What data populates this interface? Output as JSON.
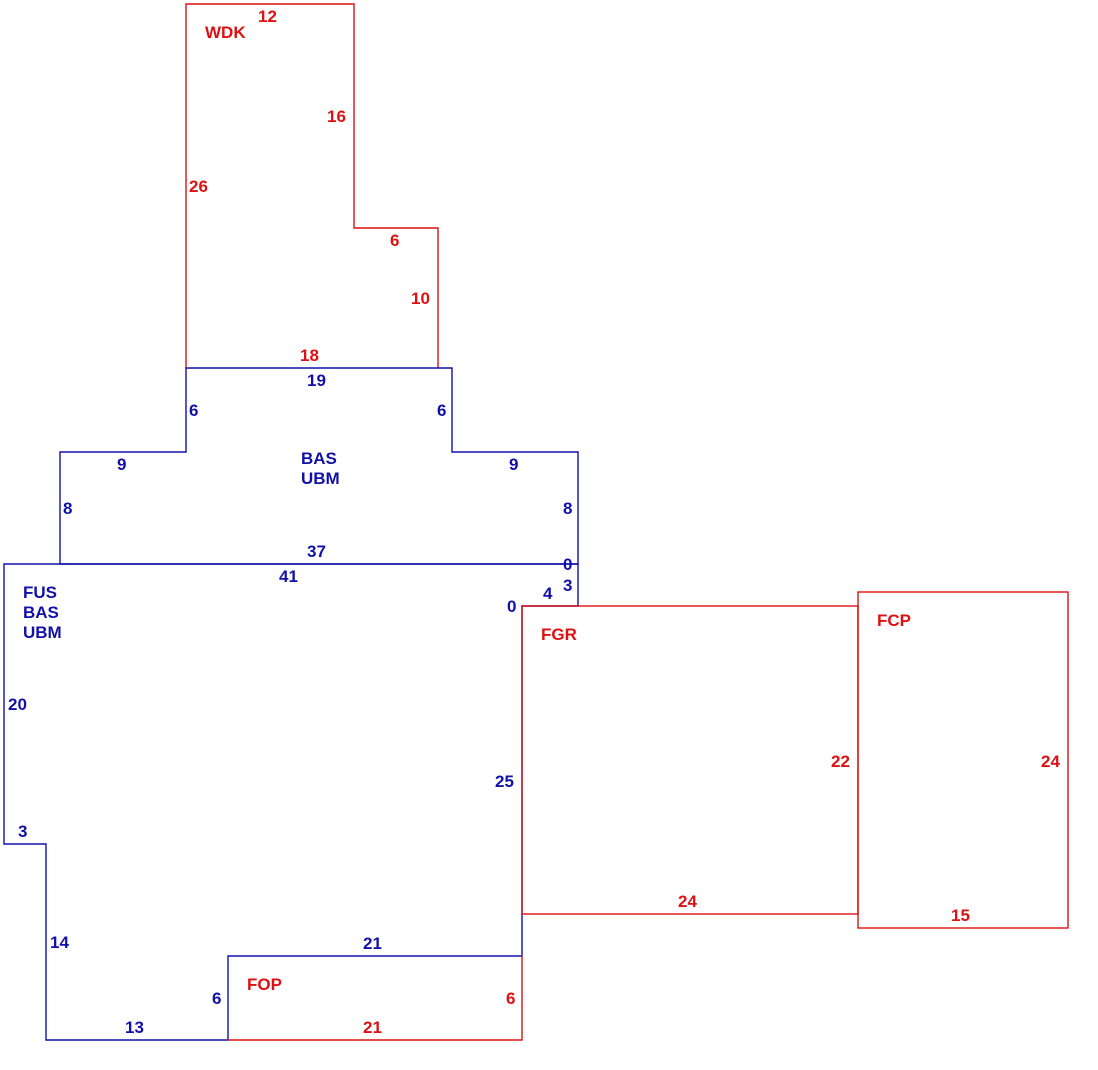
{
  "colors": {
    "blue": "#1111aa",
    "red": "#dd1111",
    "background": "#ffffff"
  },
  "areas": {
    "wdk": {
      "code": "WDK"
    },
    "bas_upper": {
      "codes": [
        "BAS",
        "UBM"
      ]
    },
    "main": {
      "codes": [
        "FUS",
        "BAS",
        "UBM"
      ]
    },
    "fgr": {
      "code": "FGR"
    },
    "fcp": {
      "code": "FCP"
    },
    "fop": {
      "code": "FOP"
    }
  },
  "dimensions": {
    "wdk_top": "12",
    "wdk_right_upper": "16",
    "wdk_left": "26",
    "wdk_step": "6",
    "wdk_right_lower": "10",
    "wdk_bottom": "18",
    "bas_top": "19",
    "bas_left_notch": "6",
    "bas_right_notch": "6",
    "bas_left_step": "9",
    "bas_right_step": "9",
    "bas_left_side": "8",
    "bas_right_side": "8",
    "bas_bottom": "37",
    "bas_corner_zero": "0",
    "main_top": "41",
    "main_corner_zero": "0",
    "main_jog_4": "4",
    "main_jog_3": "3",
    "main_left": "20",
    "main_notch_3": "3",
    "main_right": "25",
    "main_left_lower": "14",
    "main_bottom": "13",
    "main_fop_side": "6",
    "main_fop_top": "21",
    "fgr_right": "22",
    "fgr_bottom": "24",
    "fcp_right": "24",
    "fcp_bottom": "15",
    "fop_right": "6",
    "fop_bottom": "21"
  }
}
